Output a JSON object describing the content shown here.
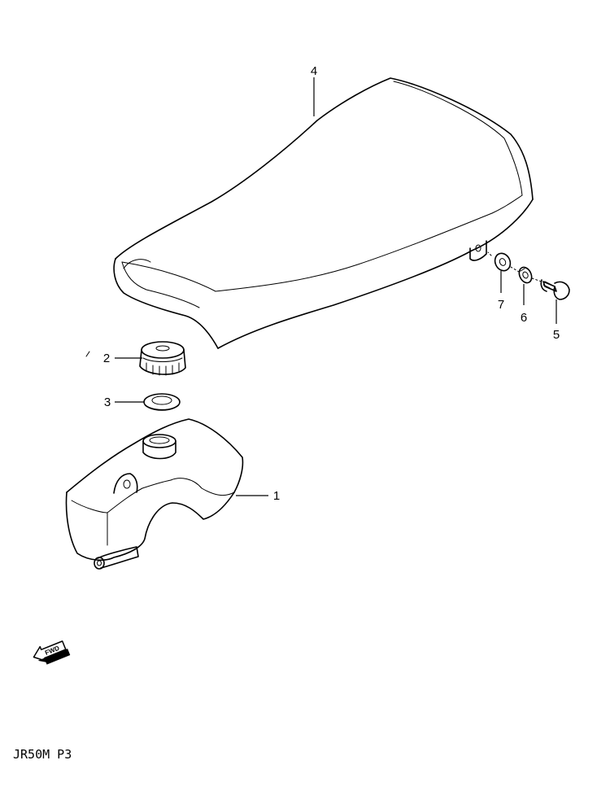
{
  "callouts": [
    {
      "id": "1",
      "label": "1"
    },
    {
      "id": "2",
      "label": "2"
    },
    {
      "id": "3",
      "label": "3"
    },
    {
      "id": "4",
      "label": "4"
    },
    {
      "id": "5",
      "label": "5"
    },
    {
      "id": "6",
      "label": "6"
    },
    {
      "id": "7",
      "label": "7"
    }
  ],
  "fwd_arrow": {
    "label": "FWD",
    "icon": "fwd-arrow-icon"
  },
  "footer": {
    "model_code": "JR50M P3"
  }
}
